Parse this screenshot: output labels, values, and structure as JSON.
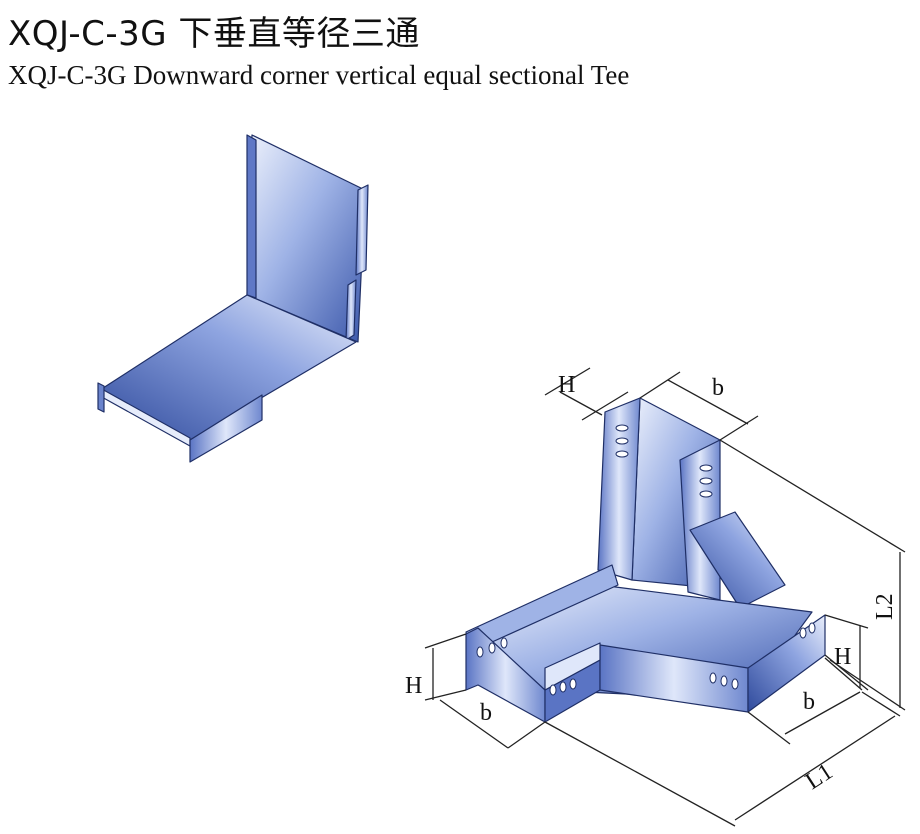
{
  "title": {
    "cn": "XQJ-C-3G 下垂直等径三通",
    "en": "XQJ-C-3G Downward corner vertical equal sectional Tee"
  },
  "dimensions": {
    "H_top": "H",
    "b_top": "b",
    "L2": "L2",
    "H_right": "H",
    "b_right": "b",
    "L1": "L1",
    "H_left": "H",
    "b_left": "b"
  },
  "colors": {
    "steel_light": "#c9d6f2",
    "steel_mid": "#7f97d9",
    "steel_dark": "#3a56a8",
    "outline": "#1f2f66"
  }
}
